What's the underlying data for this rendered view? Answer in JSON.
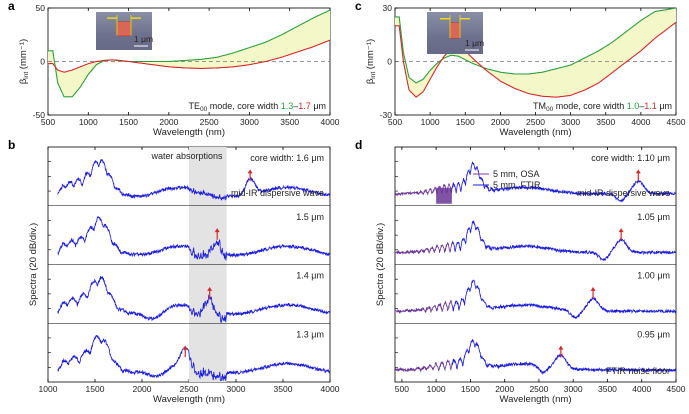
{
  "chart_data": [
    {
      "id": "a",
      "type": "line",
      "panel_letter": "a",
      "xlabel": "Wavelength (nm)",
      "ylabel_main": "β",
      "ylabel_sub": "int",
      "ylabel_unit": " (mm⁻¹)",
      "xlim": [
        500,
        4000
      ],
      "ylim": [
        -50,
        50
      ],
      "xticks": [
        500,
        1000,
        1500,
        2000,
        2500,
        3000,
        3500,
        4000
      ],
      "yticks": [
        -50,
        0,
        50
      ],
      "zero_line": true,
      "shaded_between_series": true,
      "shade_color": "#f4f7c8",
      "annotation": {
        "prefix": "TE",
        "sub": "00",
        "mid": " mode, core width ",
        "v1": "1.3",
        "dash": "–",
        "v2": "1.7",
        "unit": " μm"
      },
      "inset_scale_label": "1 μm",
      "series": [
        {
          "color": "#2e9e3e",
          "x": [
            560,
            620,
            700,
            800,
            900,
            1000,
            1100,
            1200,
            1300,
            1400,
            1500,
            1600,
            1800,
            2000,
            2200,
            2400,
            2600,
            2800,
            3000,
            3200,
            3400,
            3600,
            3800,
            4000
          ],
          "y": [
            10,
            -20,
            -33,
            -33,
            -24,
            -12,
            -3,
            1,
            1.5,
            0.5,
            0,
            0,
            0,
            0,
            1,
            2,
            4,
            8,
            13,
            18,
            25,
            33,
            41,
            48
          ]
        },
        {
          "color": "#d42a2a",
          "x": [
            560,
            620,
            700,
            800,
            900,
            1000,
            1100,
            1200,
            1300,
            1400,
            1500,
            1600,
            1800,
            2000,
            2200,
            2400,
            2600,
            2800,
            3000,
            3200,
            3400,
            3600,
            3800,
            4000
          ],
          "y": [
            -2,
            -8,
            -10,
            -8,
            -5,
            -2,
            0,
            1,
            1.5,
            1,
            0,
            -1,
            -3,
            -5,
            -6,
            -6.5,
            -6,
            -5,
            -3,
            0,
            4,
            9,
            14,
            20
          ]
        }
      ]
    },
    {
      "id": "c",
      "type": "line",
      "panel_letter": "c",
      "xlabel": "Wavelength (nm)",
      "ylabel_main": "β",
      "ylabel_sub": "int",
      "ylabel_unit": " (mm⁻¹)",
      "xlim": [
        500,
        4500
      ],
      "ylim": [
        -30,
        30
      ],
      "xticks": [
        500,
        1000,
        1500,
        2000,
        2500,
        3000,
        3500,
        4000,
        4500
      ],
      "yticks": [
        -30,
        0,
        30
      ],
      "zero_line": true,
      "shaded_between_series": true,
      "shade_color": "#f4f7c8",
      "annotation": {
        "prefix": "TM",
        "sub": "00",
        "mid": " mode, core width ",
        "v1": "1.0",
        "dash": "–",
        "v2": "1.1",
        "unit": " μm"
      },
      "inset_scale_label": "1 μm",
      "series": [
        {
          "color": "#2e9e3e",
          "x": [
            560,
            620,
            700,
            800,
            900,
            1000,
            1100,
            1200,
            1300,
            1400,
            1500,
            1600,
            1800,
            2000,
            2200,
            2400,
            2600,
            2800,
            3000,
            3200,
            3400,
            3600,
            3800,
            4000,
            4200,
            4500
          ],
          "y": [
            25,
            5,
            -9,
            -12,
            -10,
            -5,
            -1,
            2,
            3.5,
            3,
            1,
            -1,
            -4,
            -6,
            -7,
            -7,
            -6,
            -4,
            -2,
            2,
            6,
            11,
            17,
            23,
            28,
            30
          ]
        },
        {
          "color": "#d42a2a",
          "x": [
            560,
            620,
            700,
            800,
            900,
            1000,
            1100,
            1200,
            1300,
            1400,
            1500,
            1600,
            1800,
            2000,
            2200,
            2400,
            2600,
            2800,
            3000,
            3200,
            3400,
            3600,
            3800,
            4000,
            4200,
            4500
          ],
          "y": [
            20,
            0,
            -16,
            -20,
            -17,
            -10,
            -3,
            3,
            7,
            8,
            6,
            2,
            -5,
            -11,
            -15,
            -18,
            -19.5,
            -20,
            -19,
            -16,
            -12,
            -6,
            0,
            6,
            13,
            22
          ]
        }
      ]
    },
    {
      "id": "b",
      "type": "line",
      "panel_letter": "b",
      "xlabel": "Wavelength (nm)",
      "ylabel": "Spectra (20 dB/div.)",
      "xlim": [
        1000,
        4000
      ],
      "xticks": [
        1000,
        1500,
        2000,
        2500,
        3000,
        3500,
        4000
      ],
      "shaded_band": [
        2500,
        2900
      ],
      "shaded_band_label": "water absorptions",
      "dispersive_wave_label": "mid-IR dispersive wave",
      "traces": [
        {
          "label": "core width: 1.6 μm",
          "arrow_x": 3150
        },
        {
          "label": "1.5 μm",
          "arrow_x": 2800
        },
        {
          "label": "1.4 μm",
          "arrow_x": 2720
        },
        {
          "label": "1.3 μm",
          "arrow_x": 2460
        }
      ]
    },
    {
      "id": "d",
      "type": "line",
      "panel_letter": "d",
      "xlabel": "Wavelength (nm)",
      "ylabel": "Spectra (20 dB/div.)",
      "xlim": [
        400,
        4500
      ],
      "xticks": [
        500,
        1000,
        1500,
        2000,
        2500,
        3000,
        3500,
        4000,
        4500
      ],
      "legend": [
        {
          "name": "5 mm, OSA",
          "color": "#7a3fa0"
        },
        {
          "name": "5 mm, FTIR",
          "color": "#1a1adb"
        }
      ],
      "dispersive_wave_label": "mid-IR dispersive wave",
      "noise_floor_label": "FTIR noise floor",
      "traces": [
        {
          "label": "core width: 1.10 μm",
          "arrow_x": 3950
        },
        {
          "label": "1.05 μm",
          "arrow_x": 3700
        },
        {
          "label": "1.00 μm",
          "arrow_x": 3290
        },
        {
          "label": "0.95 μm",
          "arrow_x": 2820
        }
      ]
    }
  ],
  "colors": {
    "trace_blue": "#1a1adb",
    "trace_purple": "#6a3596",
    "arrow_red": "#d42a2a",
    "band_gray": "#e3e3e3"
  }
}
